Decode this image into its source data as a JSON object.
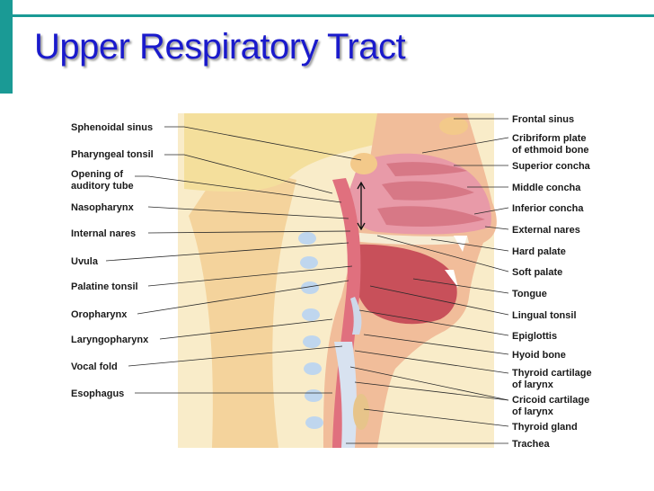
{
  "slide": {
    "title": "Upper Respiratory Tract"
  },
  "labels_left": [
    "Sphenoidal sinus",
    "Pharyngeal tonsil",
    "Opening of",
    "auditory tube",
    "Nasopharynx",
    "Internal nares",
    "Uvula",
    "Palatine tonsil",
    "Oropharynx",
    "Laryngopharynx",
    "Vocal fold",
    "Esophagus"
  ],
  "labels_right": [
    "Frontal sinus",
    "Cribriform plate",
    "of ethmoid bone",
    "Superior concha",
    "Middle concha",
    "Inferior concha",
    "External nares",
    "Hard palate",
    "Soft palate",
    "Tongue",
    "Lingual tonsil",
    "Epiglottis",
    "Hyoid bone",
    "Thyroid cartilage",
    "of larynx",
    "Cricoid cartilage",
    "of larynx",
    "Thyroid gland",
    "Trachea"
  ],
  "colors": {
    "accent": "#1a9a95",
    "title": "#1a1acc",
    "skin": "#f6dcaa",
    "mucosa": "#ea9aa8",
    "muscle": "#c8505a",
    "bone": "#f3e7c4"
  }
}
